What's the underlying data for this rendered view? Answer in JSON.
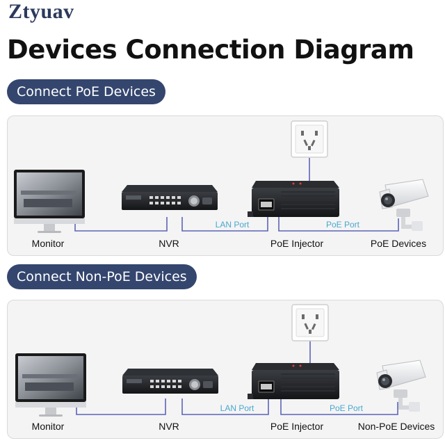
{
  "brand": "Ztyuav",
  "title": "Devices Connection Diagram",
  "sections": [
    {
      "heading": "Connect PoE Devices",
      "labels": {
        "monitor": "Monitor",
        "nvr": "NVR",
        "injector": "PoE Injector",
        "camera": "PoE Devices"
      },
      "ports": {
        "lan": "LAN Port",
        "poe": "PoE Port"
      }
    },
    {
      "heading": "Connect Non-PoE Devices",
      "labels": {
        "monitor": "Monitor",
        "nvr": "NVR",
        "injector": "PoE Injector",
        "camera": "Non-PoE Devices"
      },
      "ports": {
        "lan": "LAN Port",
        "poe": "PoE Port"
      }
    }
  ],
  "colors": {
    "cable": "#5b63b8",
    "pill": "#34466e",
    "port_label": "#4aa7cf",
    "panel": "#f4f4f4"
  },
  "icons": [
    "monitor-icon",
    "nvr-icon",
    "poe-injector-icon",
    "camera-icon",
    "power-outlet-icon"
  ]
}
